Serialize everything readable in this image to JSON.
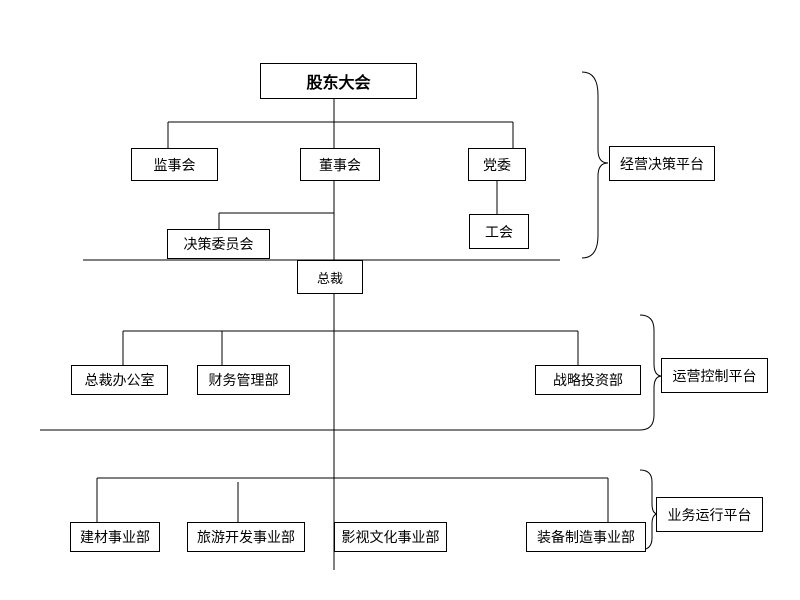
{
  "nodes": {
    "shareholders_meeting": "股东大会",
    "supervisory_board": "监事会",
    "board_of_directors": "董事会",
    "party_committee": "党委",
    "labor_union": "工会",
    "decision_committee": "决策委员会",
    "president": "总裁",
    "president_office": "总裁办公室",
    "finance_dept": "财务管理部",
    "strategic_investment_dept": "战略投资部",
    "building_materials": "建材事业部",
    "tourism_development": "旅游开发事业部",
    "film_culture": "影视文化事业部",
    "equipment_manufacturing": "装备制造事业部"
  },
  "platforms": {
    "decision_platform": "经营决策平台",
    "operation_control_platform": "运营控制平台",
    "business_operation_platform": "业务运行平台"
  }
}
